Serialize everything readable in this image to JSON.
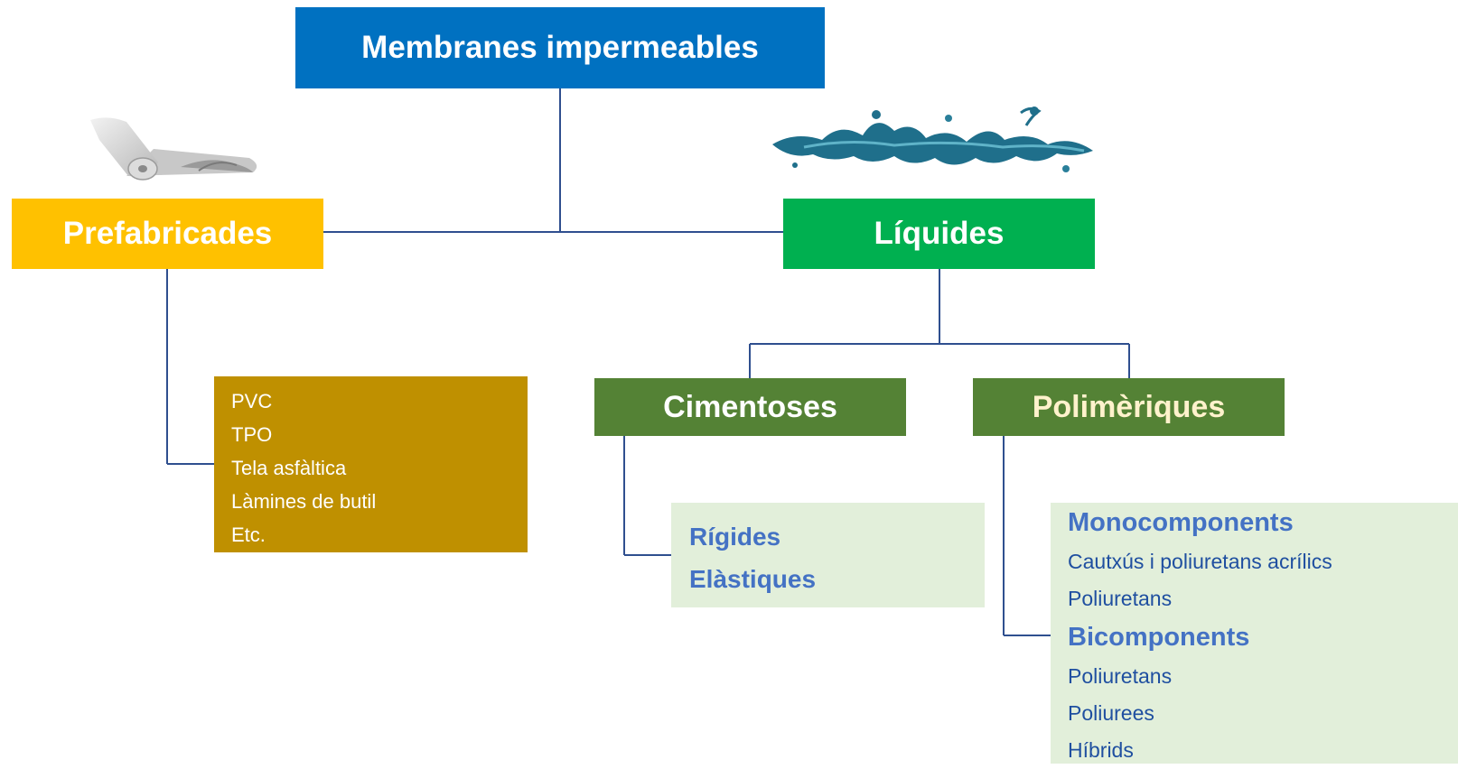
{
  "root": {
    "label": "Membranes impermeables"
  },
  "prefabricades": {
    "label": "Prefabricades",
    "items": [
      "PVC",
      "TPO",
      "Tela asfàltica",
      "Làmines de butil",
      "Etc."
    ]
  },
  "liquides": {
    "label": "Líquides"
  },
  "cimentoses": {
    "label": "Cimentoses",
    "items": [
      "Rígides",
      "Elàstiques"
    ]
  },
  "polimeriques": {
    "label": "Polimèriques",
    "monocomponents": {
      "heading": "Monocomponents",
      "items": [
        "Cautxús i poliuretans acrílics",
        "Poliuretans"
      ]
    },
    "bicomponents": {
      "heading": "Bicomponents",
      "items": [
        "Poliuretans",
        "Poliurees",
        "Híbrids"
      ]
    }
  },
  "colors": {
    "root": "#0071c1",
    "prefabricades": "#ffc100",
    "liquides": "#00b050",
    "cimentoses": "#548235",
    "polimeriques": "#548235",
    "prefab_list": "#bf9000",
    "sub_lists": "#e2efda",
    "connector": "#2f4f8f"
  },
  "illustrations": {
    "prefabricades": "membrane-roll-icon",
    "liquides": "liquid-splash-icon"
  }
}
